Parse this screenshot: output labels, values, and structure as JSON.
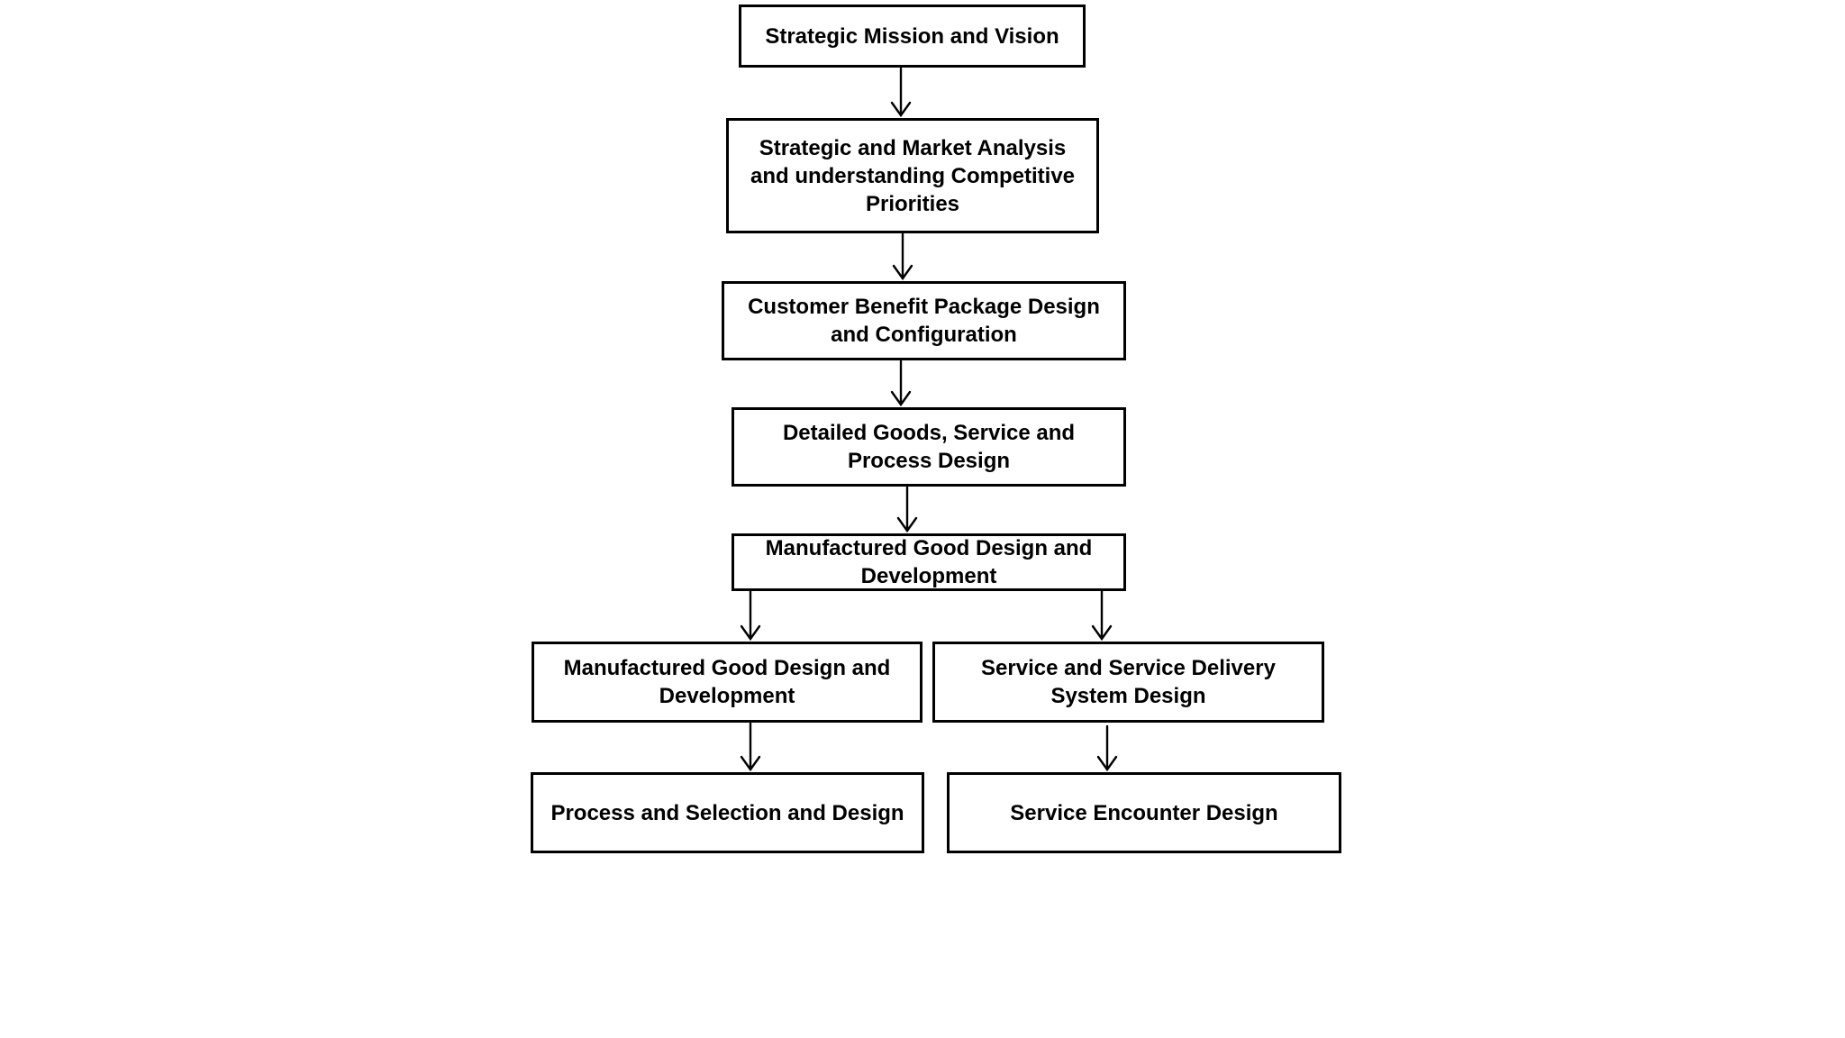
{
  "diagram": {
    "type": "flowchart",
    "background_color": "#ffffff",
    "box_border_color": "#000000",
    "box_fill_color": "#ffffff",
    "text_color": "#000000",
    "arrow_color": "#000000",
    "nodes": [
      {
        "id": "strategic-mission",
        "label": "Strategic Mission and Vision"
      },
      {
        "id": "strategic-market-analysis",
        "label": "Strategic and Market Analysis\nand understanding Competitive\nPriorities"
      },
      {
        "id": "customer-benefit-package",
        "label": "Customer Benefit Package Design\nand Configuration"
      },
      {
        "id": "detailed-goods-service",
        "label": "Detailed Goods, Service and\nProcess Design"
      },
      {
        "id": "manufactured-good-mid",
        "label": "Manufactured Good Design  and\nDevelopment"
      },
      {
        "id": "manufactured-good-left",
        "label": "Manufactured Good Design  and\nDevelopment"
      },
      {
        "id": "service-delivery-system",
        "label": "Service and Service Delivery\nSystem Design"
      },
      {
        "id": "process-selection-design",
        "label": "Process and Selection and Design"
      },
      {
        "id": "service-encounter-design",
        "label": "Service Encounter Design"
      }
    ],
    "edges": [
      {
        "from": "strategic-mission",
        "to": "strategic-market-analysis"
      },
      {
        "from": "strategic-market-analysis",
        "to": "customer-benefit-package"
      },
      {
        "from": "customer-benefit-package",
        "to": "detailed-goods-service"
      },
      {
        "from": "detailed-goods-service",
        "to": "manufactured-good-mid"
      },
      {
        "from": "manufactured-good-mid",
        "to": "manufactured-good-left"
      },
      {
        "from": "manufactured-good-mid",
        "to": "service-delivery-system"
      },
      {
        "from": "manufactured-good-left",
        "to": "process-selection-design"
      },
      {
        "from": "service-delivery-system",
        "to": "service-encounter-design"
      }
    ]
  }
}
